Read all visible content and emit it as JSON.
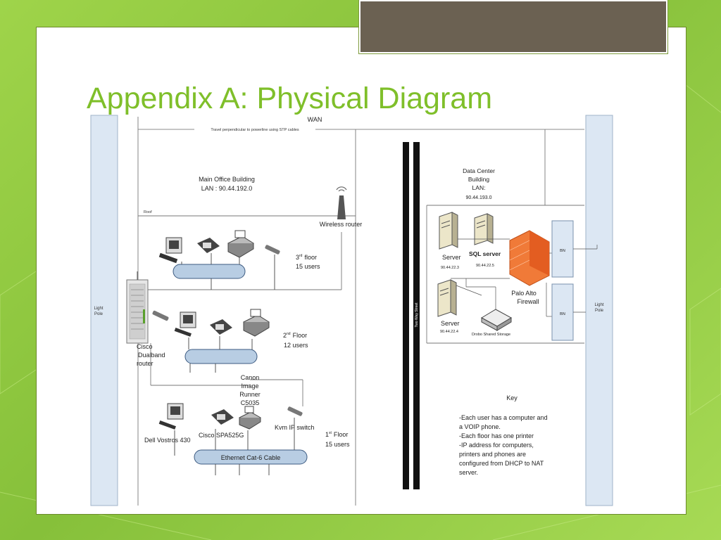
{
  "slide": {
    "title": "Appendix A: Physical Diagram"
  },
  "diagram": {
    "wan": "WAN",
    "wan_note": "Travel perpendicular to powerline using STP cables",
    "light_pole": "Light\nPole",
    "roof": "Roof",
    "main_office": "Main Office Building",
    "main_lan": "LAN : 90.44.192.0",
    "wireless_router": "Wireless router",
    "floor3_label": "3",
    "floor3_sup": "rd",
    "floor3_word": "floor",
    "floor3_users": "15 users",
    "floor2_label": "2",
    "floor2_sup": "nd",
    "floor2_word": "Floor",
    "floor2_users": "12 users",
    "floor1_label": "1",
    "floor1_sup": "st",
    "floor1_word": "Floor",
    "floor1_users": "15 users",
    "cisco_router": "Cisco\n Dualband\nrouter",
    "canon": "Canon\nImage\nRunner\nC5035",
    "kvm": "Kvm IP switch",
    "dell": "Dell Vostros 430",
    "cisco_phone": "Cisco SPA525G",
    "ethernet": "Ethernet Cat-6 Cable",
    "two_way_street": "Two Way Street",
    "dc_title": "Data Center\nBuilding\nLAN:\n90.44.193.0",
    "server1": "Server",
    "server1_ip": "90.44.22.3",
    "sql_server": "SQL server",
    "sql_ip": "90.44.22.5",
    "firewall": "Palo Alto\nFirewall",
    "server2": "Server",
    "server2_ip": "90.44.22.4",
    "drobo": "Drobo Shared Storage",
    "bn": "BN",
    "key_title": "Key",
    "key_lines": [
      "-Each user has a computer and",
      "a VOIP phone.",
      "-Each floor has one printer",
      "-IP address for computers,",
      "printers and phones are",
      "configured from DHCP to NAT",
      "server."
    ]
  }
}
